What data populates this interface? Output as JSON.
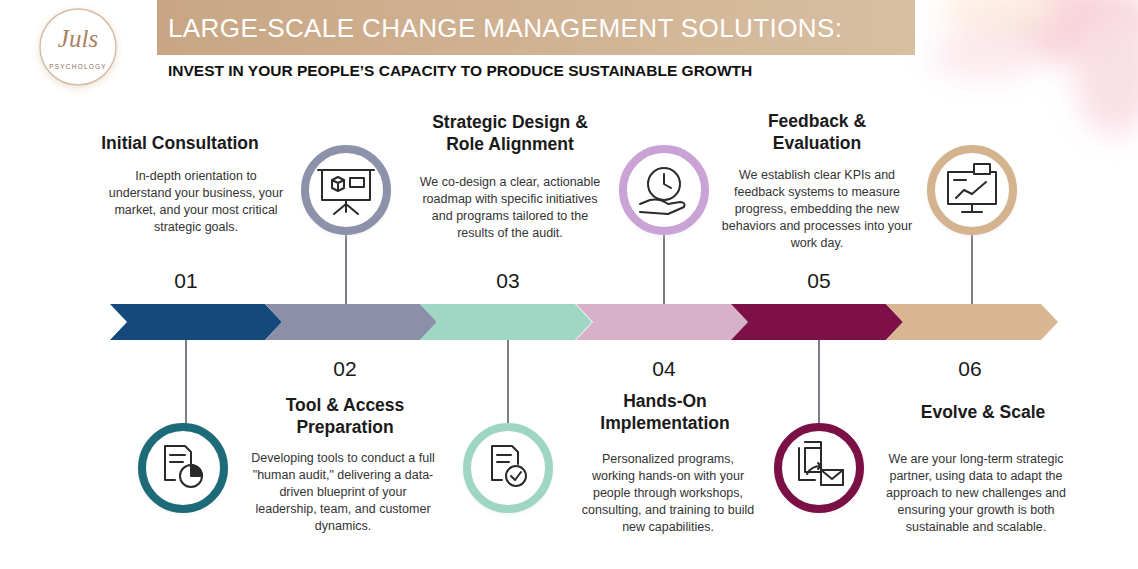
{
  "diagram": {
    "title": "LARGE-SCALE CHANGE MANAGEMENT SOLUTIONS:",
    "nodes": [
      {
        "text": [
          "01",
          "Initial Consultation",
          "In-depth orientation to understand your business, your market, and your most critical strategic goals."
        ]
      },
      {
        "text": [
          "02",
          "Tool & Access Preparation",
          "Developing tools to conduct a full \"human audit,\" delivering a data-driven blueprint of your leadership, team, and customer dynamics."
        ]
      },
      {
        "text": [
          "03",
          "Strategic Design & Role Alignment",
          "We co-design a clear, actionable roadmap with specific initiatives and programs tailored to the results of the audit."
        ]
      },
      {
        "text": [
          "04",
          "Hands-On Implementation",
          "Personalized programs, working hands-on with your people through workshops, consulting, and training to build new capabilities."
        ]
      },
      {
        "text": [
          "05",
          "Feedback & Evaluation",
          "We establish clear KPIs and feedback systems to measure progress, embedding the new behaviors and processes into your work day."
        ]
      },
      {
        "text": [
          "06",
          "Evolve & Scale",
          "We are your long-term strategic partner, using data to adapt the approach to new challenges and ensuring your growth is both sustainable and scalable."
        ]
      }
    ],
    "labels": [
      "Juls",
      "PSYCHOLOGY",
      "INVEST IN YOUR PEOPLE’S CAPACITY TO PRODUCE SUSTAINABLE GROWTH"
    ]
  }
}
